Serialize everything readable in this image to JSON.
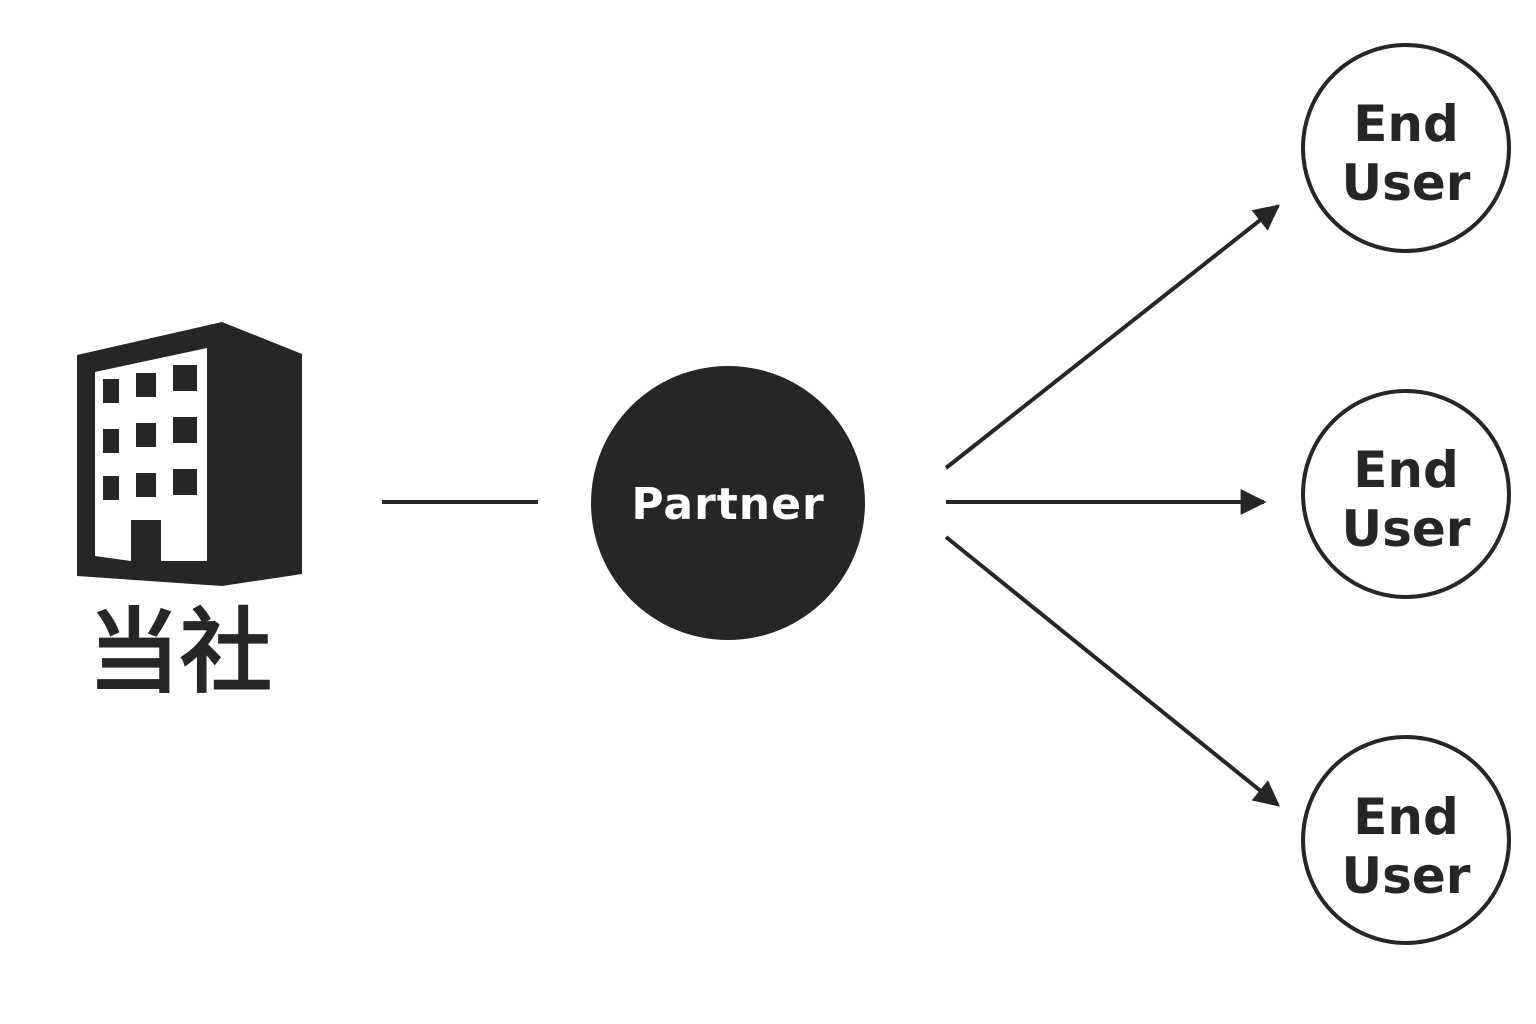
{
  "company": {
    "icon": "office-building-icon",
    "label": "当社"
  },
  "partner": {
    "label": "Partner"
  },
  "end_users": [
    {
      "line1": "End",
      "line2": "User"
    },
    {
      "line1": "End",
      "line2": "User"
    },
    {
      "line1": "End",
      "line2": "User"
    }
  ],
  "colors": {
    "ink": "#262626",
    "background": "#ffffff",
    "partner_fill": "#262626",
    "partner_text": "#ffffff"
  }
}
